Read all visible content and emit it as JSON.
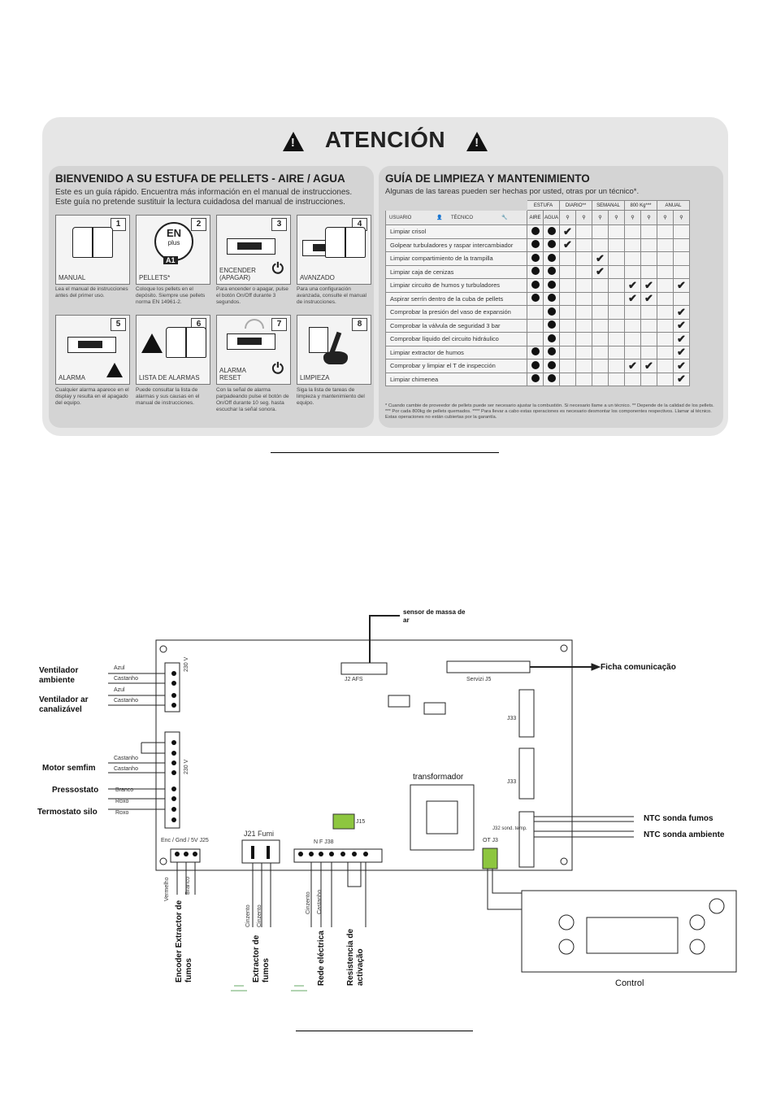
{
  "attention": {
    "title": "ATENCIÓN"
  },
  "left_panel": {
    "title": "BIENVENIDO A SU ESTUFA DE PELLETS - AIRE / AGUA",
    "intro1": "Este es un guía rápido. Encuentra más información en el manual de instrucciones.",
    "intro2": "Este guía no pretende sustituir la lectura cuidadosa del manual de instrucciones.",
    "cards": [
      {
        "num": "1",
        "label": "MANUAL",
        "desc": "Lea el manual de instrucciones antes del primer uso."
      },
      {
        "num": "2",
        "label": "PELLETS*",
        "desc": "Coloque los pellets en el depósito. Siempre use pellets norma EN 14961-2.",
        "badge1": "EN",
        "badge2": "plus",
        "badge3": "A1"
      },
      {
        "num": "3",
        "label": "ENCENDER (APAGAR)",
        "desc": "Para encender o apagar, pulse el botón On/Off durante 3 segundos."
      },
      {
        "num": "4",
        "label": "AVANZADO",
        "desc": "Para una configuración avanzada, consulte el manual de instrucciones."
      },
      {
        "num": "5",
        "label": "ALARMA",
        "desc": "Cualquier alarma aparece en el display y resulta en el apagado del equipo."
      },
      {
        "num": "6",
        "label": "LISTA DE ALARMAS",
        "desc": "Puede consultar la lista de alarmas y sus causas en el manual de instrucciones."
      },
      {
        "num": "7",
        "label": "ALARMA RESET",
        "desc": "Con la señal de alarma parpadeando pulse el botón de On/Off durante 10 seg. hasta escuchar la señal sonora."
      },
      {
        "num": "8",
        "label": "LIMPIEZA",
        "desc": "Siga la lista de tareas de limpieza y mantenimiento del equipo."
      }
    ]
  },
  "right_panel": {
    "title": "GUÍA DE LIMPIEZA Y MANTENIMIENTO",
    "subtitle": "Algunas de las tareas pueden ser hechas por usted, otras por un técnico*.",
    "header_groups": [
      "ESTUFA",
      "DIARIO**",
      "SEMANAL",
      "800 Kg***",
      "ANUAL"
    ],
    "user_label": "USUARIO",
    "tech_label": "TÉCNICO",
    "sub_aire": "AIRE",
    "sub_agua": "AGUA",
    "rows": [
      {
        "task": "Limpiar crisol",
        "aire": true,
        "agua": true,
        "marks": [
          1,
          0,
          0,
          0,
          0,
          0,
          0,
          0
        ]
      },
      {
        "task": "Golpear turbuladores y raspar intercambiador",
        "aire": true,
        "agua": true,
        "marks": [
          1,
          0,
          0,
          0,
          0,
          0,
          0,
          0
        ]
      },
      {
        "task": "Limpiar compartimiento de la trampilla",
        "aire": true,
        "agua": true,
        "marks": [
          0,
          0,
          1,
          0,
          0,
          0,
          0,
          0
        ]
      },
      {
        "task": "Limpiar caja de cenizas",
        "aire": true,
        "agua": true,
        "marks": [
          0,
          0,
          1,
          0,
          0,
          0,
          0,
          0
        ]
      },
      {
        "task": "Limpiar circuito de humos y turbuladores",
        "aire": true,
        "agua": true,
        "marks": [
          0,
          0,
          0,
          0,
          1,
          1,
          0,
          1
        ]
      },
      {
        "task": "Aspirar serrín dentro de la cuba de pellets",
        "aire": true,
        "agua": true,
        "marks": [
          0,
          0,
          0,
          0,
          1,
          1,
          0,
          0
        ]
      },
      {
        "task": "Comprobar la presión del vaso de expansión",
        "aire": false,
        "agua": true,
        "marks": [
          0,
          0,
          0,
          0,
          0,
          0,
          0,
          1
        ]
      },
      {
        "task": "Comprobar la válvula de seguridad 3 bar",
        "aire": false,
        "agua": true,
        "marks": [
          0,
          0,
          0,
          0,
          0,
          0,
          0,
          1
        ]
      },
      {
        "task": "Comprobar líquido del circuito hidráulico",
        "aire": false,
        "agua": true,
        "marks": [
          0,
          0,
          0,
          0,
          0,
          0,
          0,
          1
        ]
      },
      {
        "task": "Limpiar extractor de humos",
        "aire": true,
        "agua": true,
        "marks": [
          0,
          0,
          0,
          0,
          0,
          0,
          0,
          1
        ]
      },
      {
        "task": "Comprobar y limpiar el T de inspección",
        "aire": true,
        "agua": true,
        "marks": [
          0,
          0,
          0,
          0,
          1,
          1,
          0,
          1
        ]
      },
      {
        "task": "Limpiar chimenea",
        "aire": true,
        "agua": true,
        "marks": [
          0,
          0,
          0,
          0,
          0,
          0,
          0,
          1
        ]
      }
    ],
    "footnote": "* Cuando cambie de proveedor de pellets puede ser necesario ajustar la combustión. Si necesario llame a un técnico. ** Depende de la calidad de los pellets. *** Por cada 800kg de pellets quemados. **** Para llevar a cabo estas operaciones es necesario desmontar los componentes respectivos. Llamar al técnico. Estas operaciones no están cubiertas por la garantía."
  },
  "wiring": {
    "sensor": "sensor de massa de ar",
    "ficha": "Ficha comunicação",
    "vent_amb": "Ventilador ambiente",
    "vent_can": "Ventilador ar canalizável",
    "motor": "Motor semfim",
    "pressostato": "Pressostato",
    "termostato": "Termostato silo",
    "ntc_fumos": "NTC sonda fumos",
    "ntc_amb": "NTC sonda ambiente",
    "encoder": "Encoder Extractor de fumos",
    "extractor": "Extractor de fumos",
    "rede": "Rede eléctrica",
    "resistencia": "Resistencia de activação",
    "control": "Control",
    "transformador": "transformador",
    "j2afs": "J2 AFS",
    "servizi": "Servizi J5",
    "j25": "Enc / Gnd / 5V J25",
    "j21": "J21 Fumi",
    "j15": "J15",
    "j38": "N F J38",
    "j3": "OT J3",
    "j33a": "J33",
    "j33b": "J33",
    "j32": "J32 sond. temp.",
    "azul": "Azul",
    "castanho": "Castanho",
    "branco": "Branco",
    "roxo": "Roxo",
    "vermelho": "Vermelho",
    "cinzento": "Cinzento",
    "v230": "230 V"
  }
}
